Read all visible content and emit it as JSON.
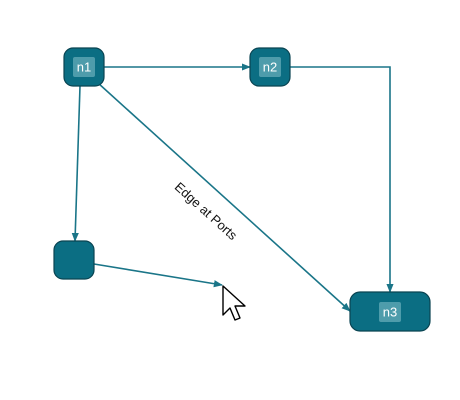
{
  "nodes": [
    {
      "id": "n1",
      "label": "n1"
    },
    {
      "id": "n2",
      "label": "n2"
    },
    {
      "id": "n3",
      "label": "n3"
    },
    {
      "id": "n4",
      "label": ""
    }
  ],
  "edges": [
    {
      "from": "n1",
      "to": "n2",
      "label": ""
    },
    {
      "from": "n2",
      "to": "n3",
      "label": ""
    },
    {
      "from": "n1",
      "to": "n3",
      "label": "Edge at Ports"
    },
    {
      "from": "n1",
      "to": "n4",
      "label": ""
    },
    {
      "from": "n4",
      "to": "pointer",
      "label": ""
    }
  ],
  "colors": {
    "node_fill": "#0b6e83",
    "node_stroke": "#0a4452",
    "edge": "#1a7588",
    "label_bg": "#5aa4b3"
  },
  "icons": {
    "pointer": "mouse-pointer-icon"
  }
}
